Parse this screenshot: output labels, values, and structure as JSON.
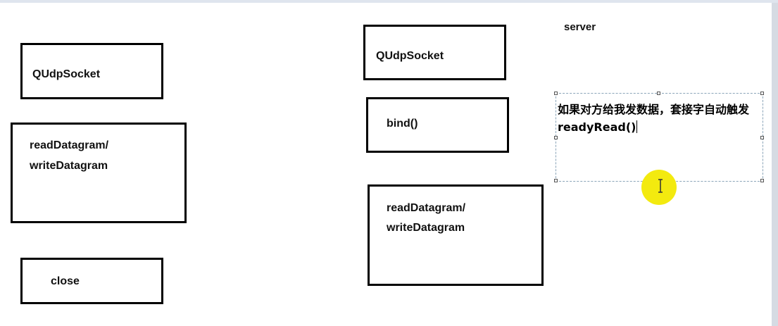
{
  "client": {
    "qudpsocket_label": "QUdpSocket",
    "read_write_line1": "readDatagram/",
    "read_write_line2": "writeDatagram",
    "close_label": "close"
  },
  "server": {
    "title": "server",
    "qudpsocket_label": "QUdpSocket",
    "bind_label": "bind()",
    "read_write_line1": "readDatagram/",
    "read_write_line2": "writeDatagram",
    "note_line1": "如果对方给我发数据，套接字自动触发",
    "note_line2": "readyRead()"
  },
  "colors": {
    "border": "#000000",
    "cursor_highlight": "#f3ea0f",
    "selection_border": "#8aa4b8"
  },
  "icons": {
    "cursor": "ibeam-cursor-icon"
  }
}
